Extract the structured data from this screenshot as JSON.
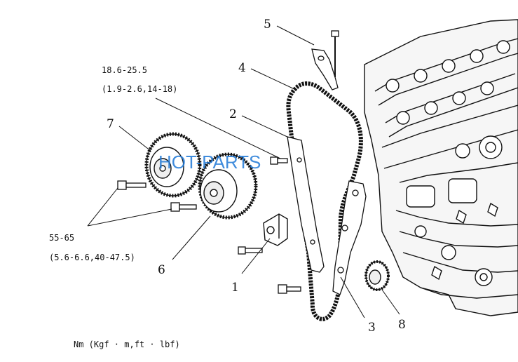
{
  "callouts": {
    "c1": "1",
    "c2": "2",
    "c3": "3",
    "c4": "4",
    "c5": "5",
    "c6": "6",
    "c7": "7",
    "c8": "8"
  },
  "torque_specs": {
    "upper_nm": "18.6-25.5",
    "upper_alt": "(1.9-2.6,14-18)",
    "lower_nm": "55-65",
    "lower_alt": "(5.6-6.6,40-47.5)"
  },
  "units_legend": "Nm (Kgf · m,ft · lbf)",
  "watermark": "HOT-PARTS"
}
